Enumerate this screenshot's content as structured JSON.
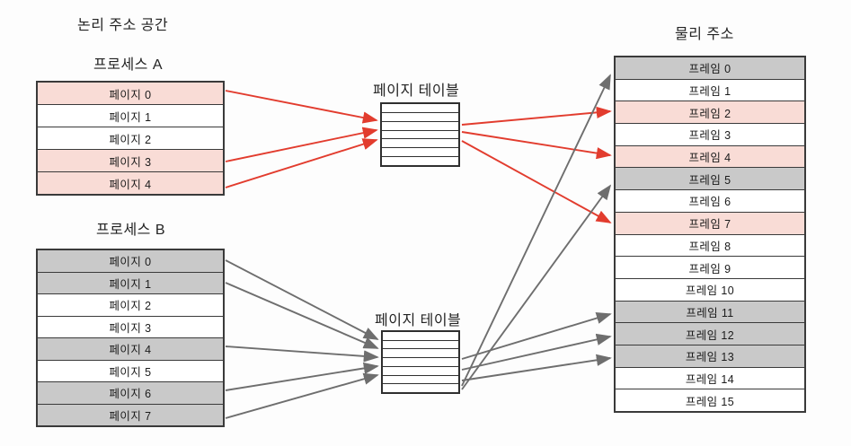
{
  "diagram": {
    "title_logical": "논리 주소 공간",
    "title_physical": "물리 주소",
    "process_a_label": "프로세스 A",
    "process_b_label": "프로세스 B",
    "page_table_label_top": "페이지 테이블",
    "page_table_label_bottom": "페이지 테이블",
    "colors": {
      "pink": "#f9dcd6",
      "gray": "#c9c9c9",
      "white": "#ffffff",
      "red_arrow": "#e23c2e",
      "gray_arrow": "#6e6e6e",
      "border": "#3a3a3a"
    }
  },
  "process_a": {
    "rows": [
      {
        "label": "페이지 0",
        "fill": "pink"
      },
      {
        "label": "페이지 1",
        "fill": "white"
      },
      {
        "label": "페이지 2",
        "fill": "white"
      },
      {
        "label": "페이지 3",
        "fill": "pink"
      },
      {
        "label": "페이지 4",
        "fill": "pink"
      }
    ]
  },
  "process_b": {
    "rows": [
      {
        "label": "페이지 0",
        "fill": "gray"
      },
      {
        "label": "페이지 1",
        "fill": "gray"
      },
      {
        "label": "페이지 2",
        "fill": "white"
      },
      {
        "label": "페이지 3",
        "fill": "white"
      },
      {
        "label": "페이지 4",
        "fill": "gray"
      },
      {
        "label": "페이지 5",
        "fill": "white"
      },
      {
        "label": "페이지 6",
        "fill": "gray"
      },
      {
        "label": "페이지 7",
        "fill": "gray"
      }
    ]
  },
  "physical_memory": {
    "rows": [
      {
        "label": "프레임 0",
        "fill": "gray"
      },
      {
        "label": "프레임 1",
        "fill": "white"
      },
      {
        "label": "프레임 2",
        "fill": "pink"
      },
      {
        "label": "프레임 3",
        "fill": "white"
      },
      {
        "label": "프레임 4",
        "fill": "pink"
      },
      {
        "label": "프레임 5",
        "fill": "gray"
      },
      {
        "label": "프레임 6",
        "fill": "white"
      },
      {
        "label": "프레임 7",
        "fill": "pink"
      },
      {
        "label": "프레임 8",
        "fill": "white"
      },
      {
        "label": "프레임 9",
        "fill": "white"
      },
      {
        "label": "프레임 10",
        "fill": "white"
      },
      {
        "label": "프레임 11",
        "fill": "gray"
      },
      {
        "label": "프레임 12",
        "fill": "gray"
      },
      {
        "label": "프레임 13",
        "fill": "gray"
      },
      {
        "label": "프레임 14",
        "fill": "white"
      },
      {
        "label": "프레임 15",
        "fill": "white"
      }
    ]
  },
  "page_table_top": {
    "row_count": 7
  },
  "page_table_bottom": {
    "row_count": 7
  },
  "mappings": {
    "process_a_to_table": [
      {
        "from_page": "페이지 0",
        "color": "red"
      },
      {
        "from_page": "페이지 3",
        "color": "red"
      },
      {
        "from_page": "페이지 4",
        "color": "red"
      }
    ],
    "table_to_frames_a": [
      {
        "to_frame": "프레임 2",
        "color": "red"
      },
      {
        "to_frame": "프레임 4",
        "color": "red"
      },
      {
        "to_frame": "프레임 7",
        "color": "red"
      }
    ],
    "process_b_to_table": [
      {
        "from_page": "페이지 0",
        "color": "gray"
      },
      {
        "from_page": "페이지 1",
        "color": "gray"
      },
      {
        "from_page": "페이지 4",
        "color": "gray"
      },
      {
        "from_page": "페이지 6",
        "color": "gray"
      },
      {
        "from_page": "페이지 7",
        "color": "gray"
      }
    ],
    "table_to_frames_b": [
      {
        "to_frame": "프레임 0",
        "color": "gray"
      },
      {
        "to_frame": "프레임 5",
        "color": "gray"
      },
      {
        "to_frame": "프레임 11",
        "color": "gray"
      },
      {
        "to_frame": "프레임 12",
        "color": "gray"
      },
      {
        "to_frame": "프레임 13",
        "color": "gray"
      }
    ]
  }
}
